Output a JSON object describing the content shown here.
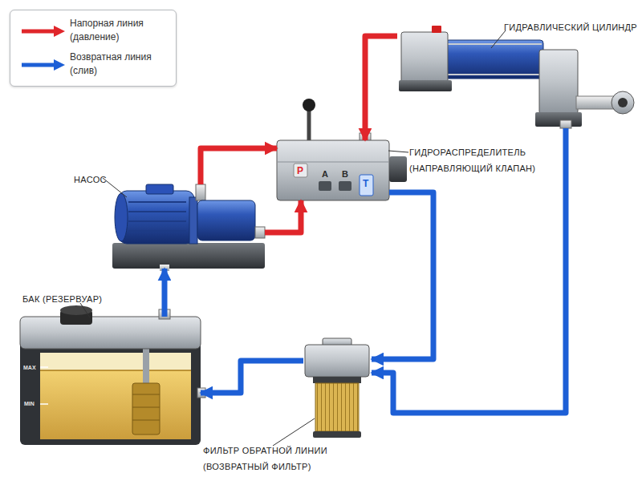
{
  "diagram": {
    "nodes": [
      {
        "text": [
          "ГИДРАВЛИЧЕСКИЙ ЦИЛИНДР"
        ]
      },
      {
        "text": [
          "ГИДРОРАСПРЕДЕЛИТЕЛЬ (НАПРАВЛЯЮЩИЙ КЛАПАН)"
        ]
      },
      {
        "text": [
          "НАСОС"
        ]
      },
      {
        "text": [
          "БАК (РЕЗЕРВУАР)"
        ]
      },
      {
        "text": [
          "ФИЛЬТР ОБРАТНОЙ ЛИНИИ (ВОЗВРАТНЫЙ ФИЛЬТР)"
        ]
      }
    ],
    "edges": [
      {
        "from": 0,
        "to": 1,
        "arrow": "to"
      },
      {
        "from": 2,
        "to": 1,
        "arrow": "to"
      },
      {
        "from": 2,
        "to": 1,
        "arrow": "to"
      },
      {
        "from": 3,
        "to": 2,
        "arrow": "to"
      },
      {
        "from": 1,
        "to": 4,
        "arrow": "to"
      },
      {
        "from": 0,
        "to": 4,
        "arrow": "to"
      },
      {
        "from": 4,
        "to": 3,
        "arrow": "to"
      }
    ],
    "labels": [
      "P",
      "A",
      "B",
      "T",
      "MAX",
      "MIN"
    ],
    "legend": [
      {
        "text": "Напорная линия (давление)"
      },
      {
        "text": "Возвратная линия (слив)"
      }
    ]
  }
}
